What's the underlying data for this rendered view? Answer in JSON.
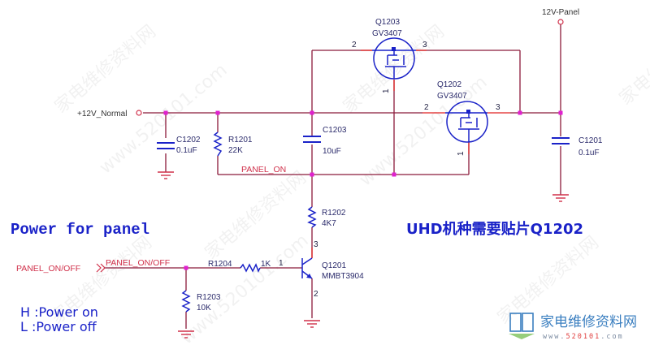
{
  "title": "Power for panel",
  "note": "UHD机种需要贴片Q1202",
  "legend": [
    "H :Power on",
    "L :Power off"
  ],
  "nets": {
    "input_rail": "+12V_Normal",
    "output_rail": "12V-Panel",
    "panel_on": "PANEL_ON",
    "control_port": "PANEL_ON/OFF",
    "control_net": "PANEL_ON/OFF"
  },
  "components": {
    "q1203": {
      "ref": "Q1203",
      "value": "GV3407",
      "pins": [
        "2",
        "3",
        "1"
      ]
    },
    "q1202": {
      "ref": "Q1202",
      "value": "GV3407",
      "pins": [
        "2",
        "3",
        "1"
      ]
    },
    "q1201": {
      "ref": "Q1201",
      "value": "MMBT3904",
      "pins": [
        "1",
        "3",
        "2"
      ]
    },
    "c1202": {
      "ref": "C1202",
      "value": "0.1uF"
    },
    "c1203": {
      "ref": "C1203",
      "value": "10uF"
    },
    "c1201": {
      "ref": "C1201",
      "value": "0.1uF"
    },
    "r1201": {
      "ref": "R1201",
      "value": "22K"
    },
    "r1202": {
      "ref": "R1202",
      "value": "4K7"
    },
    "r1203": {
      "ref": "R1203",
      "value": "10K"
    },
    "r1204": {
      "ref": "R1204",
      "value": "1K"
    }
  },
  "watermark": {
    "cn": "家电维修资料网",
    "url_prefix": "www.",
    "url_num": "520101",
    "url_suffix": ".com",
    "diag1": "家电维修资料网",
    "diag2": "www.520101.com"
  },
  "colors": {
    "wire": "#8b1a3a",
    "wire_end": "#e02020",
    "component": "#1a22c8",
    "junction": "#e020d0",
    "net_label": "#d0304a"
  }
}
